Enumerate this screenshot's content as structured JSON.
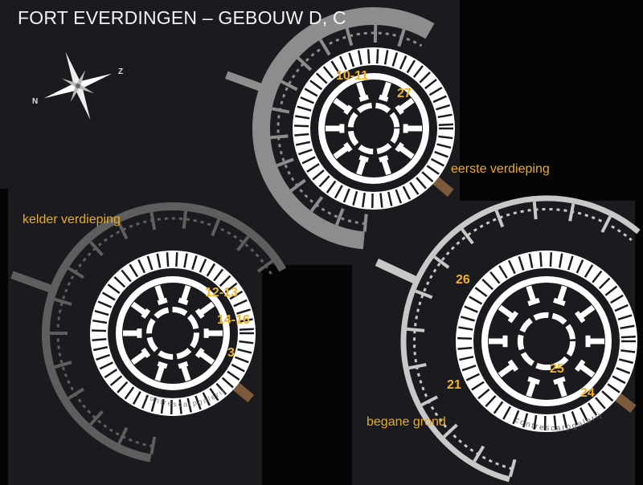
{
  "title": "FORT EVERDINGEN – GEBOUW D, C",
  "compass": {
    "north": "N",
    "south": "Z"
  },
  "floors": {
    "first": {
      "label": "eerste verdieping",
      "numbers": [
        "10-11",
        "27"
      ]
    },
    "basement": {
      "label": "kelder verdieping",
      "numbers": [
        "12-13",
        "14-16",
        "3"
      ],
      "gallery_label": "contrescarpgalerij"
    },
    "ground": {
      "label": "begane grond",
      "numbers": [
        "26",
        "21",
        "25",
        "24"
      ],
      "gallery_label": "contrescarpgalerij"
    }
  },
  "colors": {
    "label": "#f0b323",
    "background": "#1b1a1e"
  }
}
